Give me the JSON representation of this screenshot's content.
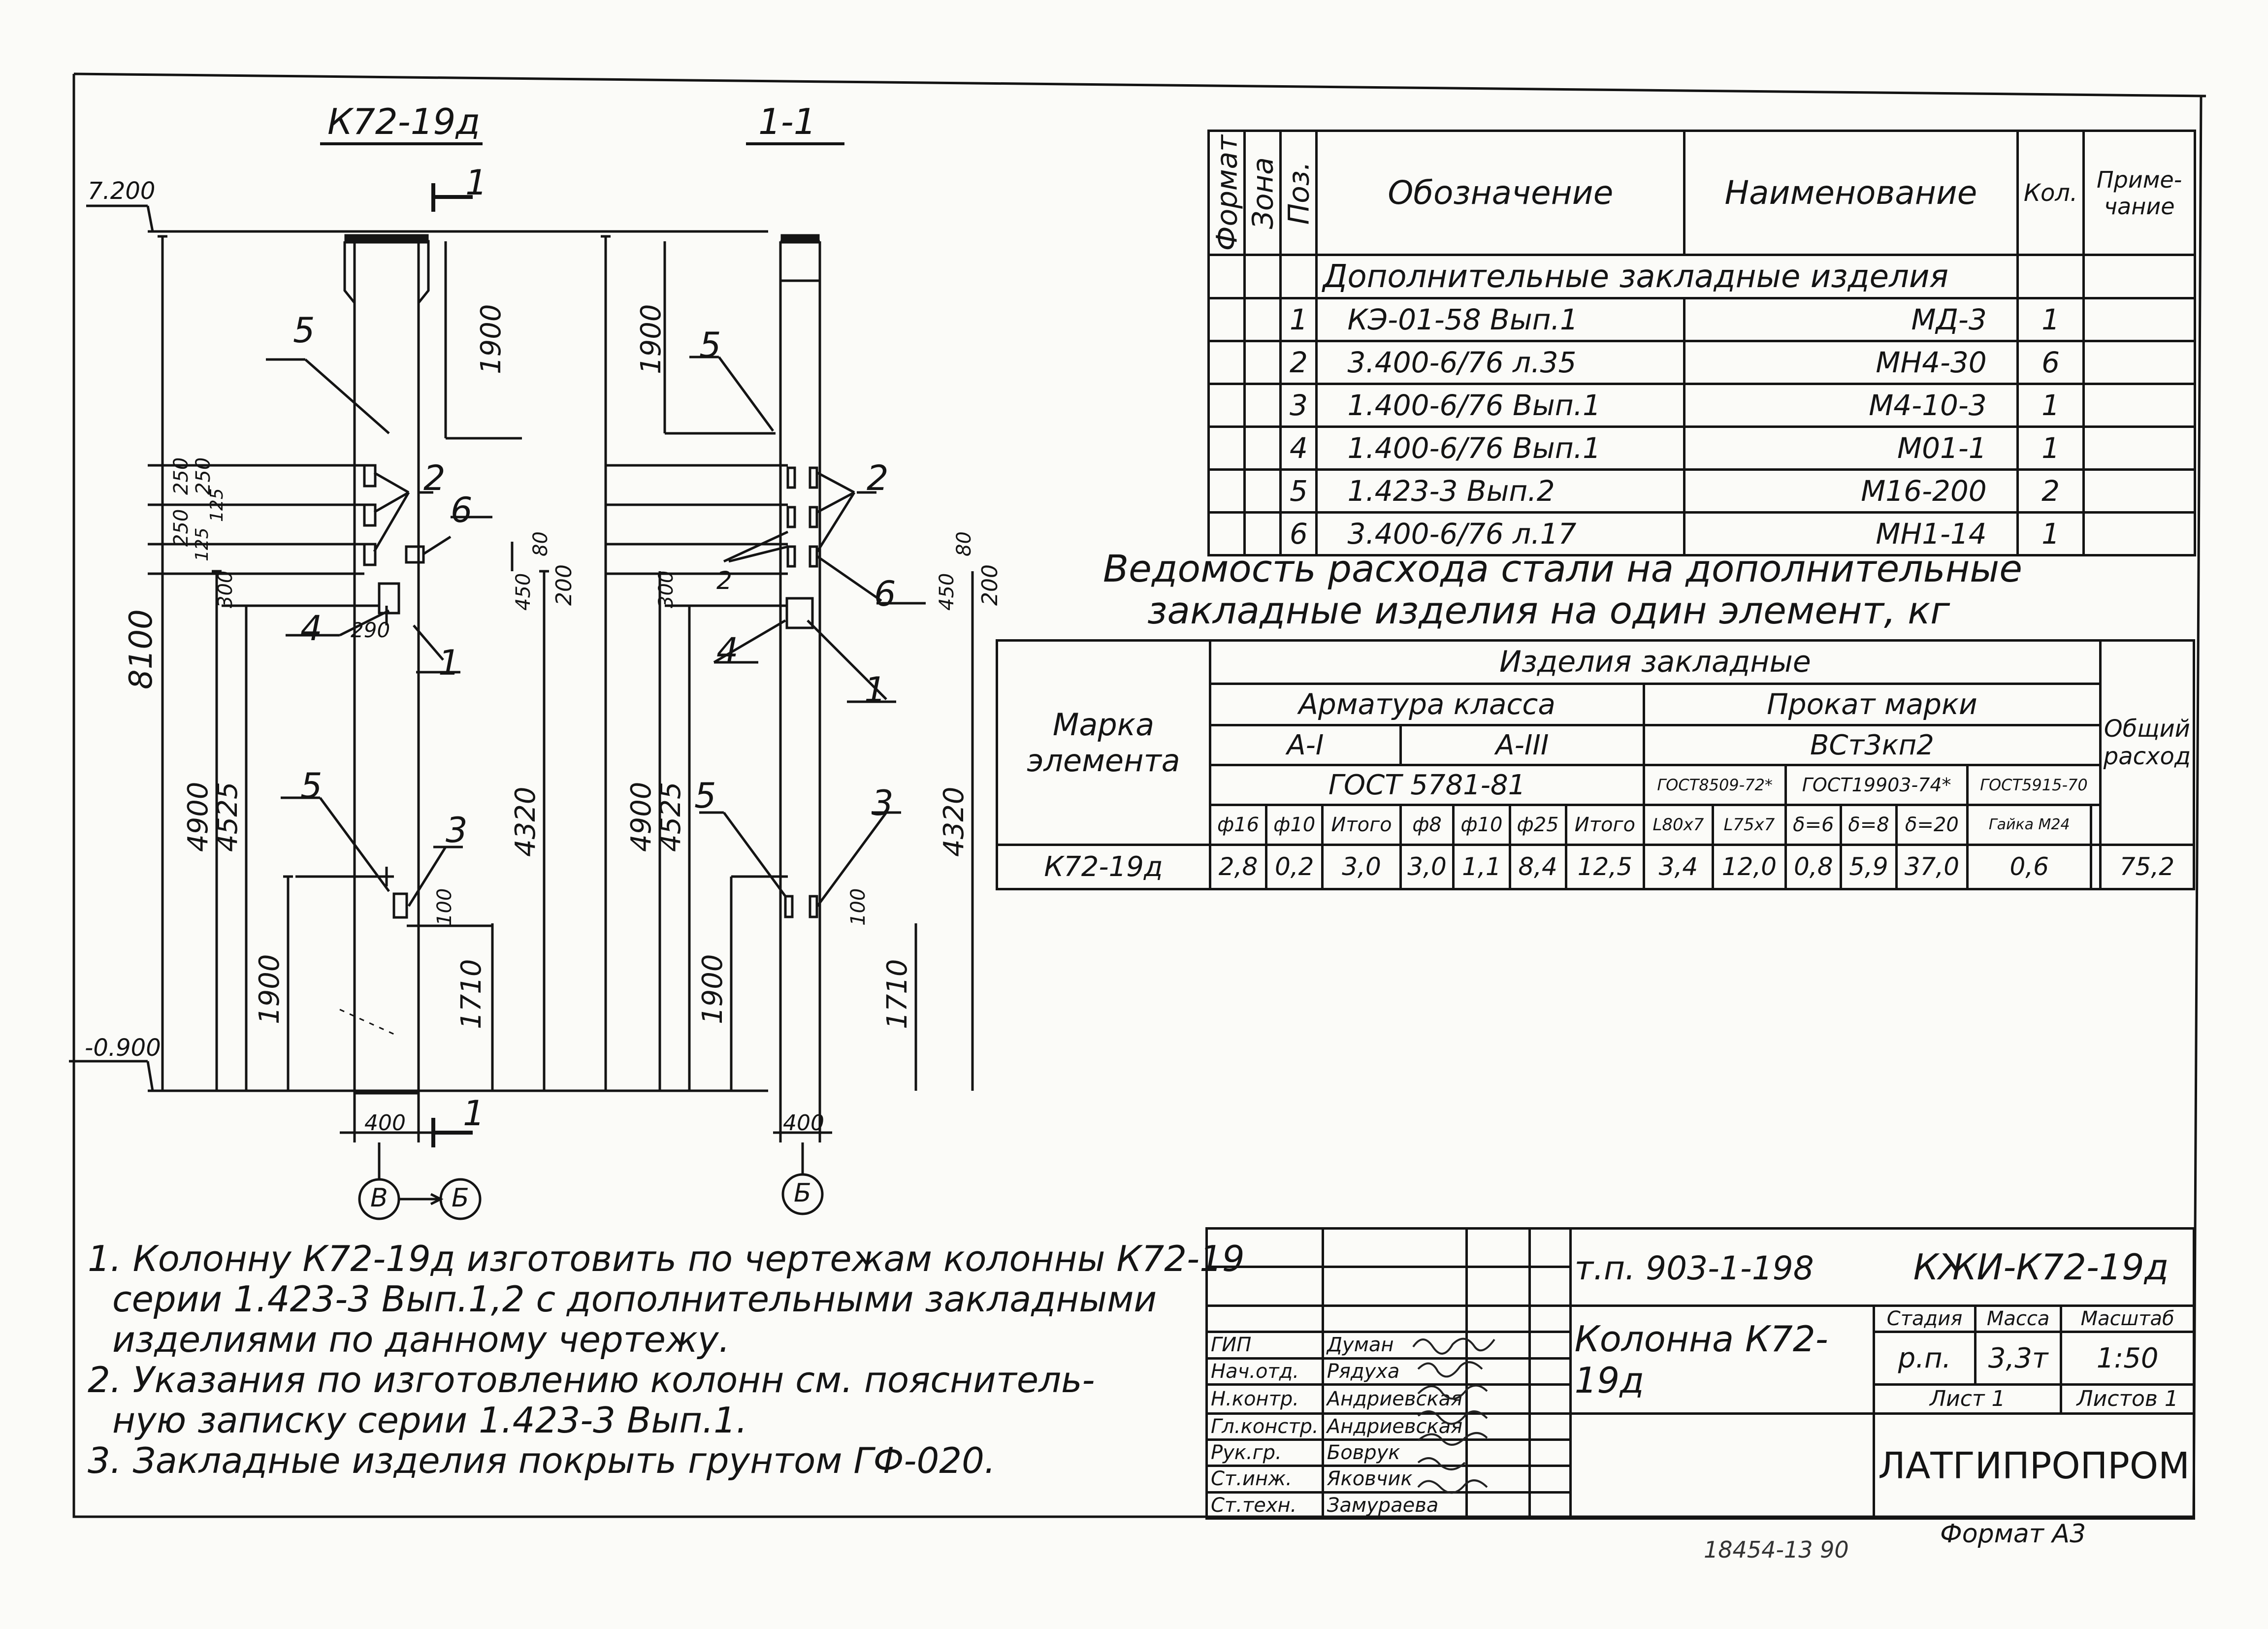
{
  "drawing": {
    "view_left_title": "К72-19д",
    "view_right_title": "1-1",
    "section_label": "1",
    "elevation_top": "7.200",
    "elevation_bottom": "-0.900",
    "dim_total": "8100",
    "dim_top": "1900",
    "dim_4900": "4900",
    "dim_4525": "4525",
    "dim_1900_low": "1900",
    "dim_4320": "4320",
    "dim_1710": "1710",
    "dim_400": "400",
    "dim_100": "100",
    "dim_250a": "250",
    "dim_250b": "250",
    "dim_250c": "250",
    "dim_125a": "125",
    "dim_125b": "125",
    "dim_300": "300",
    "dim_450": "450",
    "dim_80": "80",
    "dim_200": "200",
    "dim_290": "290",
    "callouts": [
      "1",
      "2",
      "3",
      "4",
      "5",
      "6"
    ],
    "axis_left_1": "В",
    "axis_left_2": "Б",
    "axis_right": "Б"
  },
  "spec_table": {
    "headers": {
      "format": "Формат",
      "zone": "Зона",
      "pos": "Поз.",
      "designation": "Обозначение",
      "name": "Наименование",
      "qty": "Кол.",
      "note": "Приме-чание"
    },
    "section_title": "Дополнительные закладные изделия",
    "rows": [
      {
        "pos": "1",
        "designation": "КЭ-01-58 Вып.1",
        "name": "МД-3",
        "qty": "1"
      },
      {
        "pos": "2",
        "designation": "3.400-6/76 л.35",
        "name": "МН4-30",
        "qty": "6"
      },
      {
        "pos": "3",
        "designation": "1.400-6/76 Вып.1",
        "name": "М4-10-3",
        "qty": "1"
      },
      {
        "pos": "4",
        "designation": "1.400-6/76 Вып.1",
        "name": "М01-1",
        "qty": "1"
      },
      {
        "pos": "5",
        "designation": "1.423-3 Вып.2",
        "name": "М16-200",
        "qty": "2"
      },
      {
        "pos": "6",
        "designation": "3.400-6/76 л.17",
        "name": "МН1-14",
        "qty": "1"
      }
    ]
  },
  "consumption": {
    "title_line1": "Ведомость расхода стали на дополнительные",
    "title_line2": "закладные изделия на один элемент, кг",
    "mark_header": "Марка элемента",
    "products_header": "Изделия закладные",
    "rebar_header": "Арматура класса",
    "rolled_header": "Прокат марки",
    "class_a1": "А-I",
    "class_a3": "А-III",
    "steel_grade": "ВСт3кп2",
    "gost_rebar": "ГОСТ 5781-81",
    "gost_1": "ГОСТ8509-72*",
    "gost_2": "ГОСТ19903-74*",
    "gost_3": "ГОСТ5915-70",
    "total_header": "Общий расход",
    "cols": [
      "ф16",
      "ф10",
      "Итого",
      "ф8",
      "ф10",
      "ф25",
      "Итого",
      "L80х7",
      "L75х7",
      "δ=6",
      "δ=8",
      "δ=20",
      "Гайка М24",
      ""
    ],
    "row": {
      "mark": "К72-19д",
      "values": [
        "2,8",
        "0,2",
        "3,0",
        "3,0",
        "1,1",
        "8,4",
        "12,5",
        "3,4",
        "12,0",
        "0,8",
        "5,9",
        "37,0",
        "0,6",
        ""
      ],
      "total": "75,2"
    }
  },
  "notes": [
    "1. Колонну К72-19д изготовить по чертежам колонны К72-19",
    "серии 1.423-3 Вып.1,2 с дополнительными закладными",
    "изделиями по данному чертежу.",
    "2. Указания по изготовлению колонн см. пояснитель-",
    "ную записку серии 1.423-3 Вып.1.",
    "3. Закладные изделия покрыть грунтом ГФ-020."
  ],
  "title_block": {
    "project": "т.п. 903-1-198",
    "code": "КЖИ-К72-19д",
    "title": "Колонна К72-19д",
    "stage_label": "Стадия",
    "mass_label": "Масса",
    "scale_label": "Масштаб",
    "stage": "р.п.",
    "mass": "3,3т",
    "scale": "1:50",
    "sheet": "Лист 1",
    "sheets": "Листов 1",
    "org": "ЛАТГИПРОПРОМ",
    "people": [
      {
        "role": "ГИП",
        "name": "Думан"
      },
      {
        "role": "Нач.отд.",
        "name": "Рядуха"
      },
      {
        "role": "Н.контр.",
        "name": "Андриевская"
      },
      {
        "role": "Гл.констр.",
        "name": "Андриевская"
      },
      {
        "role": "Рук.гр.",
        "name": "Боврук"
      },
      {
        "role": "Ст.инж.",
        "name": "Яковчик"
      },
      {
        "role": "Ст.техн.",
        "name": "Замураева"
      }
    ]
  },
  "footer": {
    "format": "Формат А3",
    "inventory": "18454-13 90"
  }
}
